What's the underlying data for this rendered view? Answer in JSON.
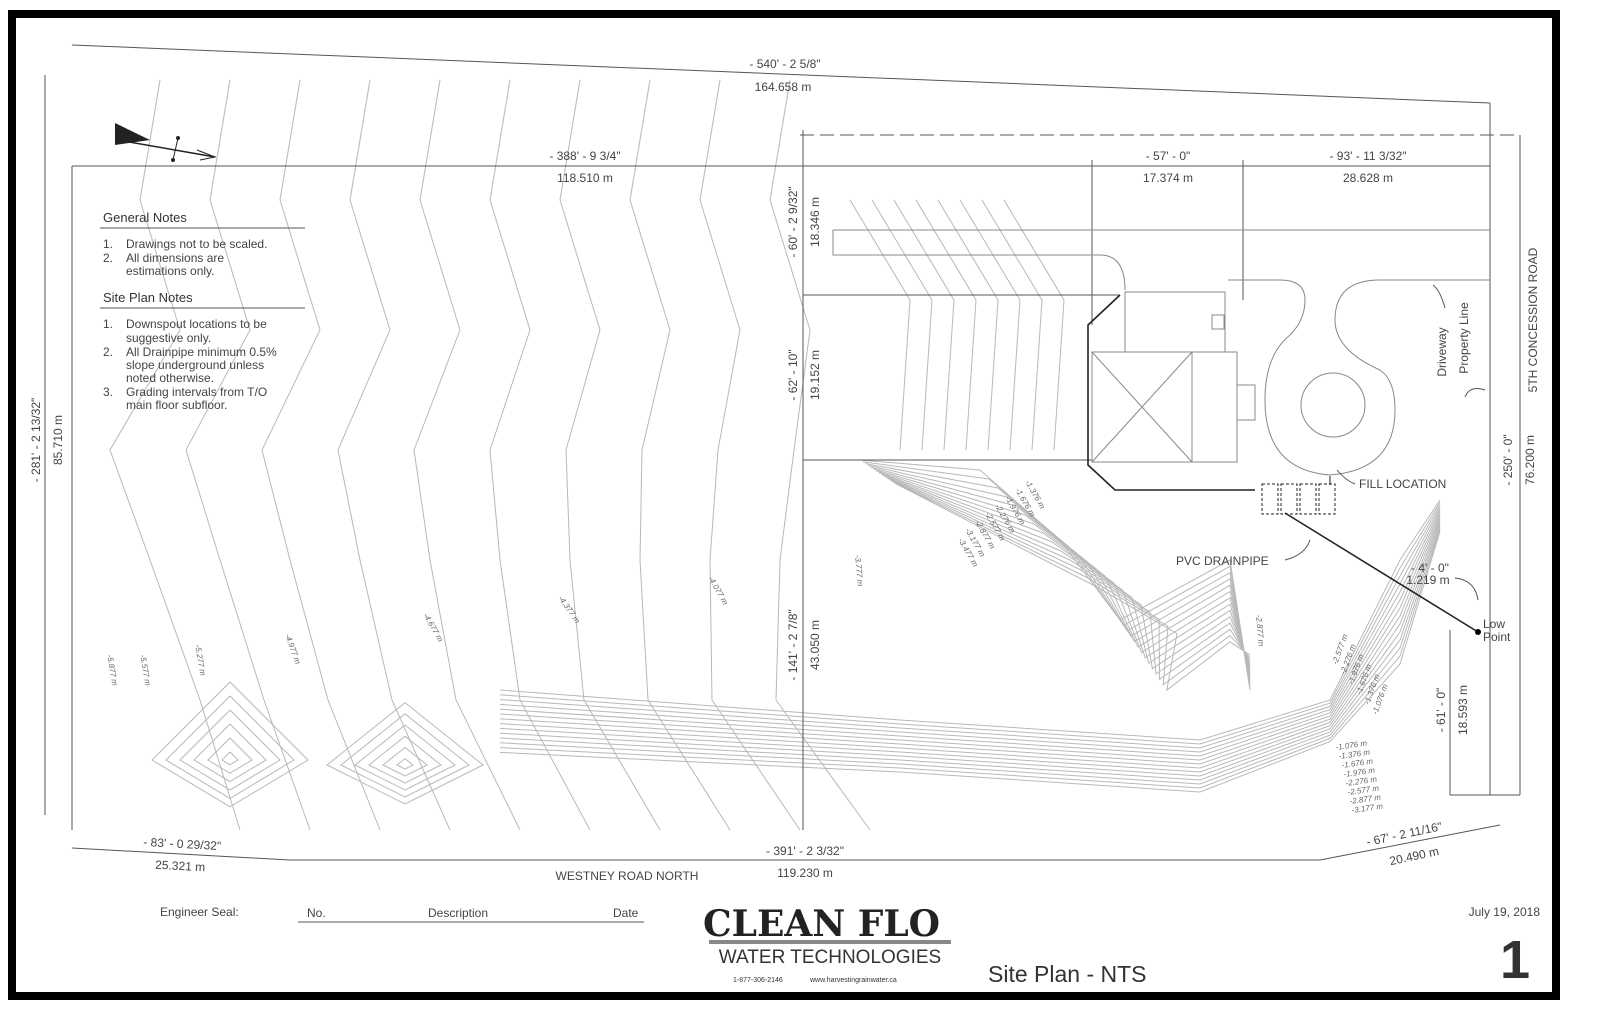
{
  "drawing": {
    "title": "Site Plan - NTS",
    "date": "July 19, 2018",
    "sheet_number": "1",
    "engineer_seal_label": "Engineer Seal:",
    "revision_table": {
      "columns": [
        "No.",
        "Description",
        "Date"
      ]
    },
    "logo": {
      "name": "CLEAN FLO",
      "subtitle": "WATER TECHNOLOGIES",
      "phone": "1-877-306-2146",
      "website": "www.harvestingrainwater.ca"
    }
  },
  "notes": {
    "general_heading": "General Notes",
    "general": [
      {
        "num": "1.",
        "lines": [
          "Drawings not to be scaled."
        ]
      },
      {
        "num": "2.",
        "lines": [
          "All dimensions are",
          "estimations only."
        ]
      }
    ],
    "site_heading": "Site Plan Notes",
    "site": [
      {
        "num": "1.",
        "lines": [
          "Downspout locations to be",
          "suggestive only."
        ]
      },
      {
        "num": "2.",
        "lines": [
          "All Drainpipe minimum 0.5%",
          "slope underground unless",
          "noted otherwise."
        ]
      },
      {
        "num": "3.",
        "lines": [
          "Grading intervals from T/O",
          "main floor subfloor."
        ]
      }
    ]
  },
  "dimensions": {
    "top_total": {
      "imperial": "- 540' - 2 5/8\"",
      "metric": "164.658 m"
    },
    "top_left": {
      "imperial": "- 388' - 9 3/4\"",
      "metric": "118.510 m"
    },
    "top_mid": {
      "imperial": "- 57' - 0\"",
      "metric": "17.374 m"
    },
    "top_right": {
      "imperial": "- 93' - 11 3/32\"",
      "metric": "28.628 m"
    },
    "left_total": {
      "imperial": "- 281' - 2 13/32\"",
      "metric": "85.710 m"
    },
    "center_1": {
      "imperial": "- 60' - 2 9/32\"",
      "metric": "18.346 m"
    },
    "center_2": {
      "imperial": "- 62' - 10\"",
      "metric": "19.152 m"
    },
    "center_3": {
      "imperial": "- 141' - 2 7/8\"",
      "metric": "43.050 m"
    },
    "right_total": {
      "imperial": "- 250' - 0\"",
      "metric": "76.200 m"
    },
    "right_low": {
      "imperial": "- 61' - 0\"",
      "metric": "18.593 m"
    },
    "low_offset": {
      "imperial": "- 4' - 0\"",
      "metric": "1.219 m"
    },
    "bottom_left": {
      "imperial": "- 83' - 0 29/32\"",
      "metric": "25.321 m"
    },
    "bottom_mid": {
      "imperial": "- 391' - 2 3/32\"",
      "metric": "119.230 m"
    },
    "bottom_right": {
      "imperial": "- 67' - 2 11/16\"",
      "metric": "20.490 m"
    }
  },
  "labels": {
    "road_bottom": "WESTNEY ROAD NORTH",
    "road_right": "5TH CONCESSION ROAD",
    "driveway": "Driveway",
    "property_line": "Property Line",
    "fill_location": "FILL LOCATION",
    "pvc_drainpipe": "PVC DRAINPIPE",
    "low_point": [
      "Low",
      "Point"
    ]
  },
  "contours": {
    "house_front": [
      "-1.376 m",
      "-1.676 m",
      "-1.976 m",
      "-2.276 m",
      "-2.577 m",
      "-2.877 m",
      "-3.177 m",
      "-3.477 m"
    ],
    "field": [
      "-5.877 m",
      "-5.577 m",
      "-5.277 m",
      "-4.977 m",
      "-4.677 m",
      "-4.377 m",
      "-4.077 m",
      "-3.777 m",
      "-2.877 m"
    ],
    "right_diag": [
      "-2.577 m",
      "-2.276 m",
      "-1.976 m",
      "-1.676 m",
      "-1.376 m",
      "-1.076 m"
    ],
    "bottom_stack": [
      "-1.076 m",
      "-1.376 m",
      "-1.676 m",
      "-1.976 m",
      "-2.276 m",
      "-2.577 m",
      "-2.877 m",
      "-3.177 m"
    ]
  }
}
